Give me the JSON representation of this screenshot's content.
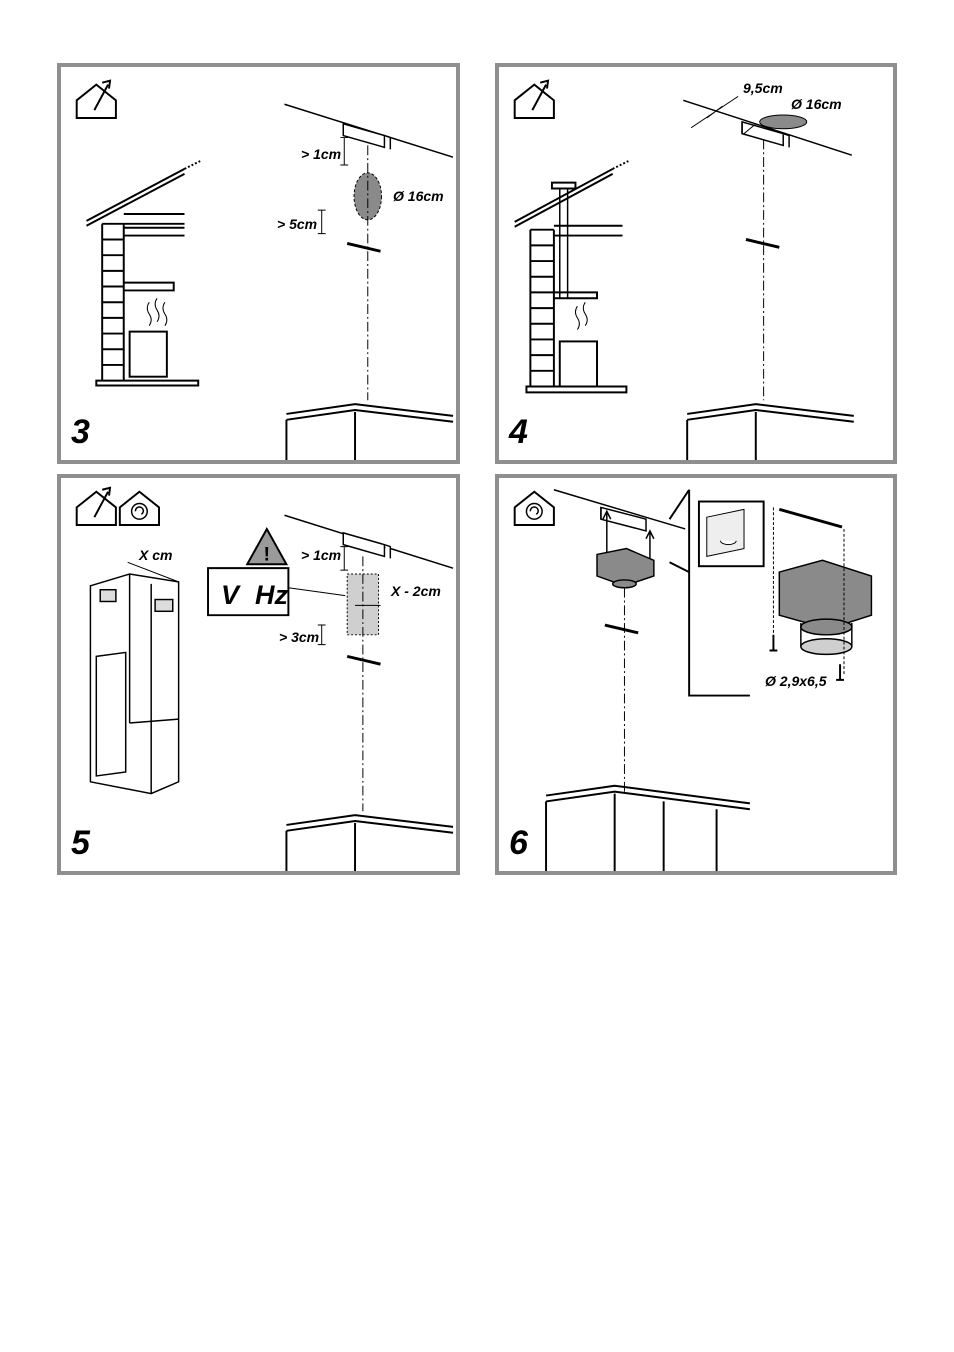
{
  "panels": [
    {
      "step": "3",
      "labels": {
        "gap_top": "> 1cm",
        "diameter": "Ø 16cm",
        "gap_bottom": "> 5cm"
      },
      "icons": [
        "ducted-exhaust-house-icon"
      ]
    },
    {
      "step": "4",
      "labels": {
        "offset": "9,5cm",
        "diameter": "Ø 16cm"
      },
      "icons": [
        "ducted-exhaust-house-icon"
      ]
    },
    {
      "step": "5",
      "labels": {
        "width": "X cm",
        "gap_top": "> 1cm",
        "socket_offset": "X - 2cm",
        "gap_bottom": "> 3cm",
        "voltage": "V",
        "frequency": "Hz"
      },
      "icons": [
        "ducted-exhaust-house-icon",
        "recirculation-house-icon",
        "warning-triangle-icon"
      ]
    },
    {
      "step": "6",
      "labels": {
        "screw": "Ø 2,9x6,5"
      },
      "icons": [
        "recirculation-house-icon"
      ]
    }
  ]
}
